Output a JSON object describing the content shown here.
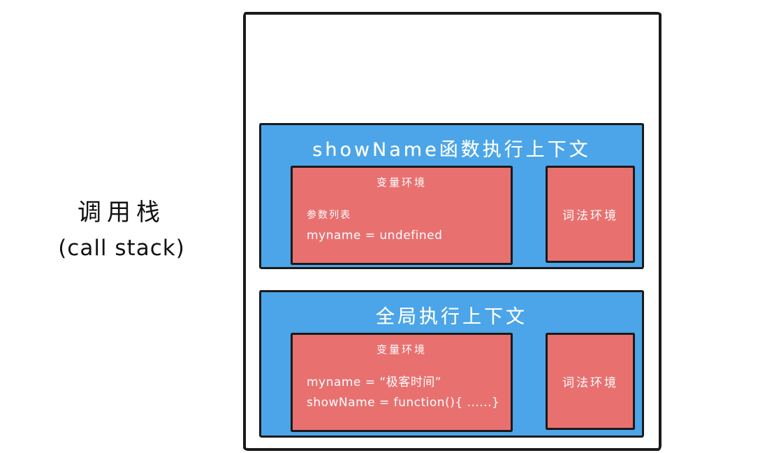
{
  "side_label": {
    "line1": "调用栈",
    "line2": "(call stack)"
  },
  "contexts": [
    {
      "title": "showName函数执行上下文",
      "variable_env": {
        "title": "变量环境",
        "lines": [
          "参数列表",
          "myname = undefined"
        ]
      },
      "lexical_env": {
        "title": "词法环境"
      }
    },
    {
      "title": "全局执行上下文",
      "variable_env": {
        "title": "变量环境",
        "lines": [
          "myname = “极客时间”",
          "showName = function(){ ......}"
        ]
      },
      "lexical_env": {
        "title": "词法环境"
      }
    }
  ],
  "colors": {
    "blue": "#4BA5E8",
    "red": "#E87170",
    "border": "#1a1a1a",
    "background": "#ffffff"
  }
}
